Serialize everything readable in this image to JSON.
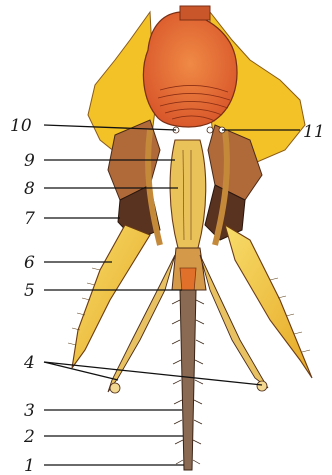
{
  "labels": {
    "l1": "1",
    "l2": "2",
    "l3": "3",
    "l4": "4",
    "l5": "5",
    "l6": "6",
    "l7": "7",
    "l8": "8",
    "l9": "9",
    "l10": "10",
    "l11": "11"
  },
  "colors": {
    "head_orange": "#e2702c",
    "head_red": "#d8552a",
    "cuticle_yellow": "#f2c227",
    "pale_yellow": "#f6e27a",
    "brown_muscle": "#9b5a3a",
    "dark_outline": "#4a2a18"
  }
}
